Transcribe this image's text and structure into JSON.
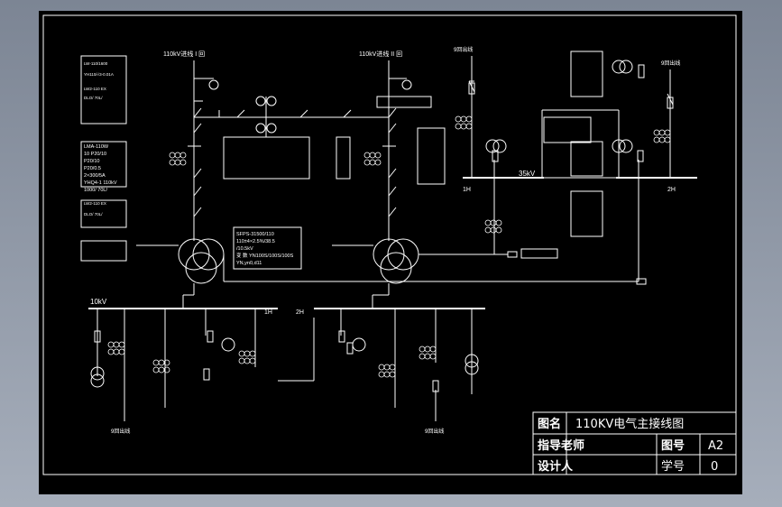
{
  "labels": {
    "incoming_line_1": "110kV进线 I 回",
    "incoming_line_2": "110kV进线 II 回",
    "busbar_10kv": "10kV",
    "section_1h": "1H",
    "section_2h": "2H",
    "busbar_35kv": "35kV",
    "bus35_1h": "1H",
    "bus35_2h": "2H",
    "outgoing_35_left": "9回出线",
    "outgoing_35_right": "9回出线",
    "outgoing_10_left": "9回出线",
    "outgoing_10_right": "9回出线"
  },
  "transformer_spec": [
    "SFPS-31500/110",
    "110±4×2.5%/38.5",
    "/10.5kV",
    "变 数 YN100S/100S/100S",
    "YN,yn0,d11"
  ],
  "left_annotations": [
    "LW-110/1600",
    "YH110/√3-0.01A",
    "LW2-110 EX",
    "DLO/ 70L/",
    "LW2-110 EX",
    "DLO/ 70L/"
  ],
  "ct_spec": [
    "LMA-110W",
    "10 P20/10",
    "P20/10",
    "P20/0.5",
    "2×300/5A",
    "YHQ4-1 110kV",
    "1000/ 70L/",
    "LW2-110 EX",
    "DLO/ 70L/"
  ],
  "title_block": {
    "drawing_name_label": "图名",
    "drawing_name": "110KV电气主接线图",
    "instructor_label": "指导老师",
    "drawing_no_label": "图号",
    "drawing_no": "A2",
    "designer_label": "设计人",
    "student_no_label": "学号",
    "student_no": "0"
  }
}
